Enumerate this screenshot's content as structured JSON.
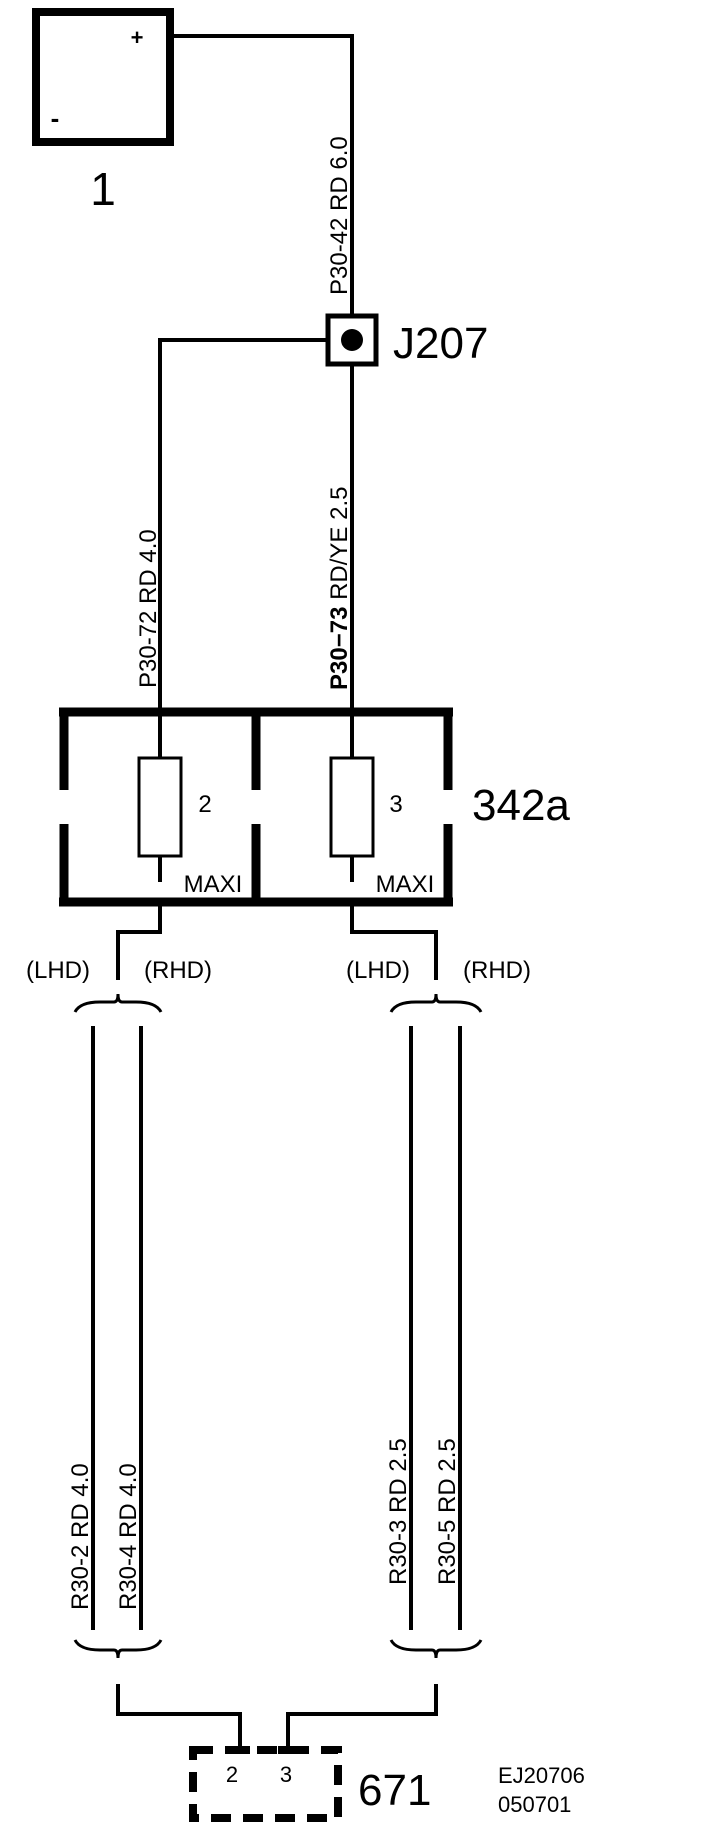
{
  "battery": {
    "id": "1",
    "plus_sign": "+",
    "minus_sign": "-"
  },
  "junction": {
    "id": "J207"
  },
  "fuse_box": {
    "id": "342a",
    "fuses": [
      {
        "number": "2",
        "type": "MAXI"
      },
      {
        "number": "3",
        "type": "MAXI"
      }
    ]
  },
  "connector": {
    "id": "671",
    "pins": [
      "2",
      "3"
    ]
  },
  "wires": {
    "battery_to_junction": "P30-42  RD  6.0",
    "junction_to_fuse2": "P30-72 RD 4.0",
    "junction_to_fuse3_code": "P30−73",
    "junction_to_fuse3_rest": " RD/YE  2.5",
    "fuse2_lhd": "R30-2  RD  4.0",
    "fuse2_rhd": "R30-4  RD  4.0",
    "fuse3_lhd": "R30-3  RD  2.5",
    "fuse3_rhd": "R30-5  RD  2.5"
  },
  "variants": {
    "lhd": "(LHD)",
    "rhd": "(RHD)"
  },
  "reference": {
    "code": "EJ20706",
    "date": "050701"
  }
}
